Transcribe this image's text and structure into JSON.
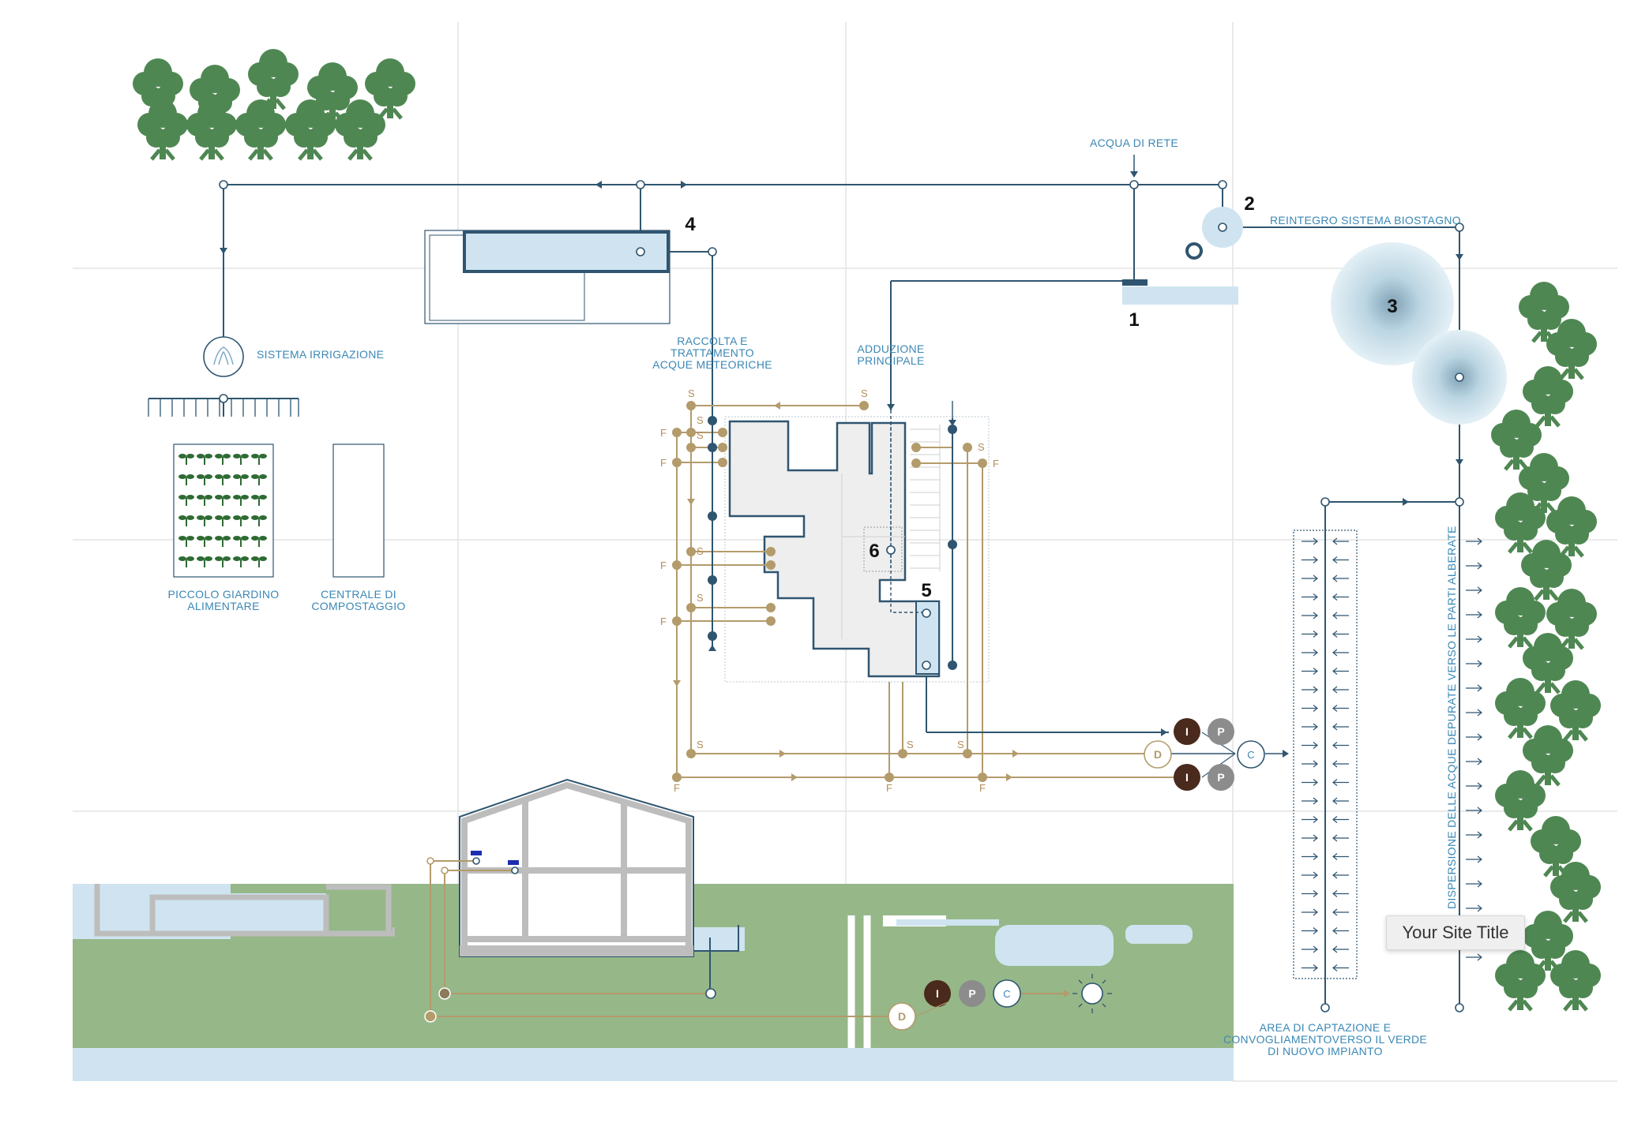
{
  "site_title": "Your Site Title",
  "colors": {
    "navy": "#2f5570",
    "label_blue": "#3b88b5",
    "tan": "#b39b6b",
    "water": "#cfe4f0",
    "ground": "#96b788",
    "tree": "#4f8753",
    "house_fill": "#eeeeee",
    "dark_brown": "#4a2a1c",
    "grey_node": "#8c8c8c"
  },
  "labels": {
    "acqua_di_rete": "ACQUA DI RETE",
    "reintegro": "REINTEGRO SISTEMA BIOSTAGNO",
    "sistema_irrigazione": "SISTEMA IRRIGAZIONE",
    "raccolta": [
      "RACCOLTA E",
      "TRATTAMENTO",
      "ACQUE METEORICHE"
    ],
    "adduzione": [
      "ADDUZIONE",
      "PRINCIPALE"
    ],
    "giardino": [
      "PICCOLO GIARDINO",
      "ALIMENTARE"
    ],
    "compost": [
      "CENTRALE DI",
      "COMPOSTAGGIO"
    ],
    "area_captazione": [
      "AREA DI CAPTAZIONE E",
      "CONVOGLIAMENTOVERSO IL VERDE",
      "DI NUOVO IMPIANTO"
    ],
    "dispersione": "DISPERSIONE DELLE ACQUE DEPURATE VERSO LE PARTI ALBERATE"
  },
  "numbers": {
    "n1": "1",
    "n2": "2",
    "n3": "3",
    "n4": "4",
    "n5": "5",
    "n6": "6"
  },
  "letters": {
    "S": "S",
    "F": "F",
    "I": "I",
    "P": "P",
    "C": "C",
    "D": "D"
  },
  "icons": [
    "tree-icon",
    "sprinkler-icon",
    "seedling-icon",
    "arrow-icon",
    "sun-dispersal-icon"
  ]
}
